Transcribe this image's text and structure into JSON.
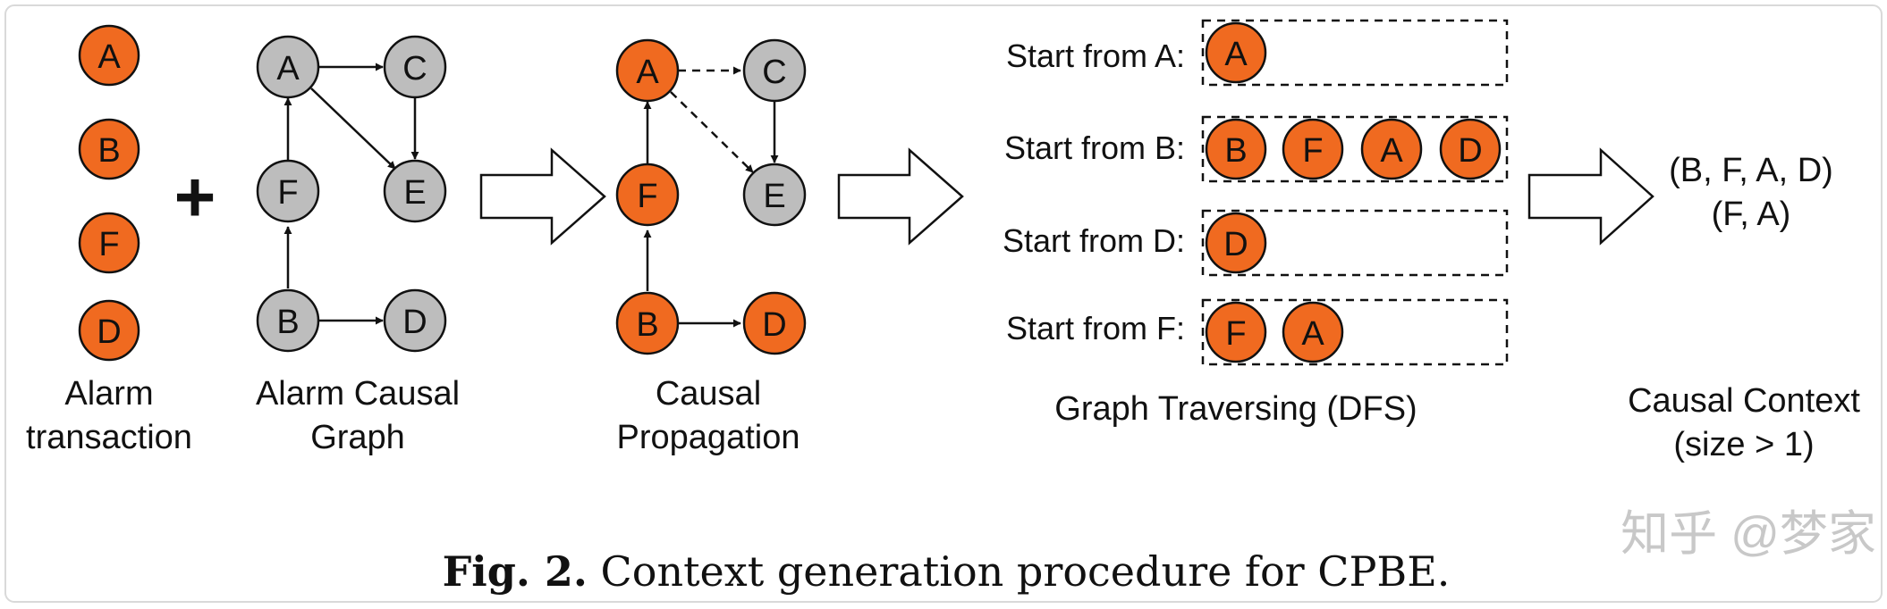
{
  "colors": {
    "orange": "#f06a20",
    "gray": "#bdbdbd",
    "stroke": "#111111",
    "frame": "#d9d9d9",
    "watermark": "#c8c8c8"
  },
  "panel1": {
    "nodes": [
      "A",
      "B",
      "F",
      "D"
    ],
    "caption_line1": "Alarm",
    "caption_line2": "transaction"
  },
  "plus": "+",
  "panel2": {
    "nodes": {
      "A": "A",
      "C": "C",
      "F": "F",
      "E": "E",
      "B": "B",
      "D": "D"
    },
    "caption_line1": "Alarm Causal",
    "caption_line2": "Graph"
  },
  "panel3": {
    "nodes": {
      "A": "A",
      "C": "C",
      "F": "F",
      "E": "E",
      "B": "B",
      "D": "D"
    },
    "caption_line1": "Causal",
    "caption_line2": "Propagation"
  },
  "traversal": {
    "rows": [
      {
        "label": "Start from A:",
        "nodes": [
          "A"
        ]
      },
      {
        "label": "Start from B:",
        "nodes": [
          "B",
          "F",
          "A",
          "D"
        ]
      },
      {
        "label": "Start from D:",
        "nodes": [
          "D"
        ]
      },
      {
        "label": "Start from F:",
        "nodes": [
          "F",
          "A"
        ]
      }
    ],
    "caption": "Graph Traversing (DFS)"
  },
  "context": {
    "line1": "(B, F, A, D)",
    "line2": "(F, A)",
    "caption_line1": "Causal Context",
    "caption_line2": "(size > 1)"
  },
  "figure_caption": {
    "label": "Fig. 2.",
    "text": " Context generation procedure for CPBE."
  },
  "watermark": "知乎 @梦家"
}
